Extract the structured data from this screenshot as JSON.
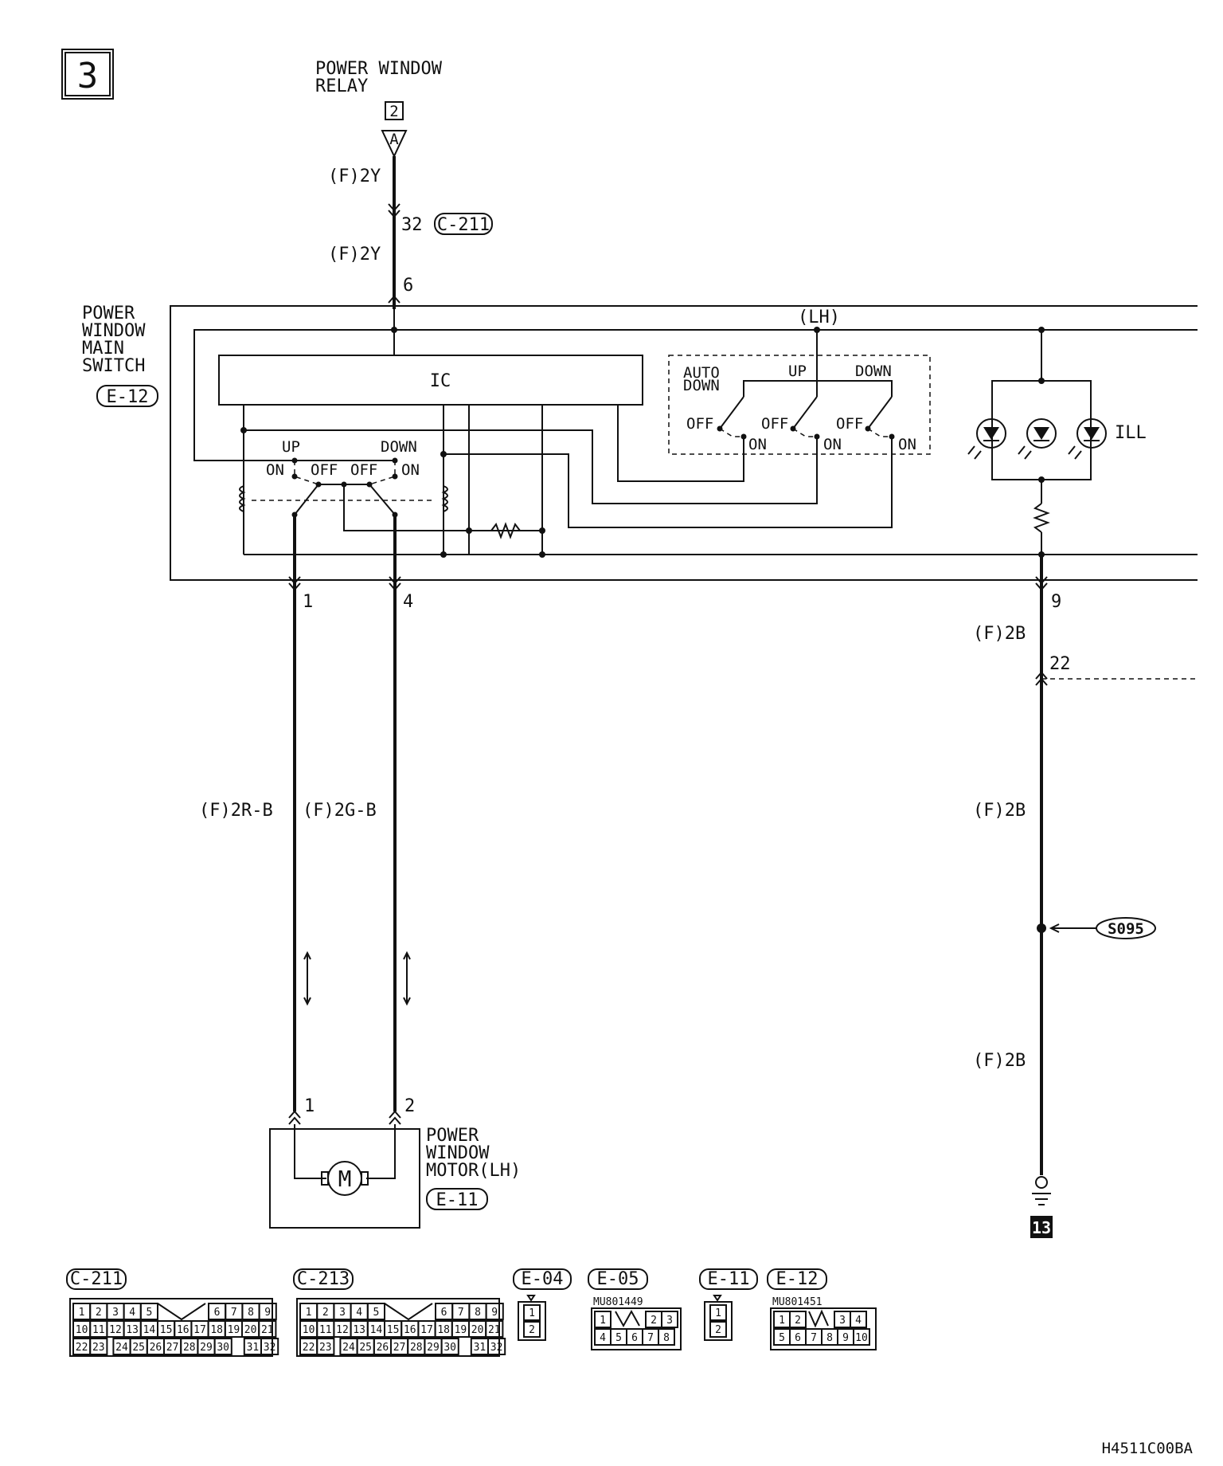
{
  "page_number": "3",
  "relay": {
    "title_line1": "POWER WINDOW",
    "title_line2": "RELAY",
    "ref": "2",
    "terminal": "A"
  },
  "wires": {
    "w_2y_top": "(F)2Y",
    "c211_pin": "32",
    "c211_connector": "C-211",
    "w_2y_bottom": "(F)2Y",
    "pin6": "6",
    "w_2rb": "(F)2R-B",
    "w_2gb": "(F)2G-B",
    "w_2b_1": "(F)2B",
    "w_2b_2": "(F)2B",
    "w_2b_3": "(F)2B",
    "pin1": "1",
    "pin4": "4",
    "pin9": "9",
    "pin22": "22",
    "motor_pin1": "1",
    "motor_pin2": "2"
  },
  "main_switch": {
    "title_line1": "POWER",
    "title_line2": "WINDOW",
    "title_line3": "MAIN",
    "title_line4": "SWITCH",
    "connector": "E-12",
    "ic_label": "IC",
    "lh_label": "(LH)",
    "auto_down_line1": "AUTO",
    "auto_down_line2": "DOWN",
    "up": "UP",
    "down": "DOWN",
    "off": "OFF",
    "on": "ON",
    "ill": "ILL"
  },
  "motor": {
    "title_line1": "POWER",
    "title_line2": "WINDOW",
    "title_line3": "MOTOR(LH)",
    "connector": "E-11",
    "symbol": "M"
  },
  "splice": "S095",
  "ground": "13",
  "connectors": [
    {
      "id": "C-211",
      "pins_row1": [
        "1",
        "2",
        "3",
        "4",
        "5",
        "6",
        "7",
        "8",
        "9"
      ],
      "pins_row2": [
        "10",
        "11",
        "12",
        "13",
        "14",
        "15",
        "16",
        "17",
        "18",
        "19",
        "20",
        "21"
      ],
      "pins_row3": [
        "22",
        "23",
        "24",
        "25",
        "26",
        "27",
        "28",
        "29",
        "30",
        "31",
        "32"
      ]
    },
    {
      "id": "C-213",
      "pins_row1": [
        "1",
        "2",
        "3",
        "4",
        "5",
        "6",
        "7",
        "8",
        "9"
      ],
      "pins_row2": [
        "10",
        "11",
        "12",
        "13",
        "14",
        "15",
        "16",
        "17",
        "18",
        "19",
        "20",
        "21"
      ],
      "pins_row3": [
        "22",
        "23",
        "24",
        "25",
        "26",
        "27",
        "28",
        "29",
        "30",
        "31",
        "32"
      ]
    },
    {
      "id": "E-04",
      "pins": [
        "1",
        "2"
      ]
    },
    {
      "id": "E-05",
      "part": "MU801449",
      "pins_row1": [
        "1",
        "2",
        "3"
      ],
      "pins_row2": [
        "4",
        "5",
        "6",
        "7",
        "8"
      ]
    },
    {
      "id": "E-11",
      "pins": [
        "1",
        "2"
      ]
    },
    {
      "id": "E-12",
      "part": "MU801451",
      "pins_row1": [
        "1",
        "2",
        "3",
        "4"
      ],
      "pins_row2": [
        "5",
        "6",
        "7",
        "8",
        "9",
        "10"
      ]
    }
  ],
  "figure_code": "H4511C00BA"
}
